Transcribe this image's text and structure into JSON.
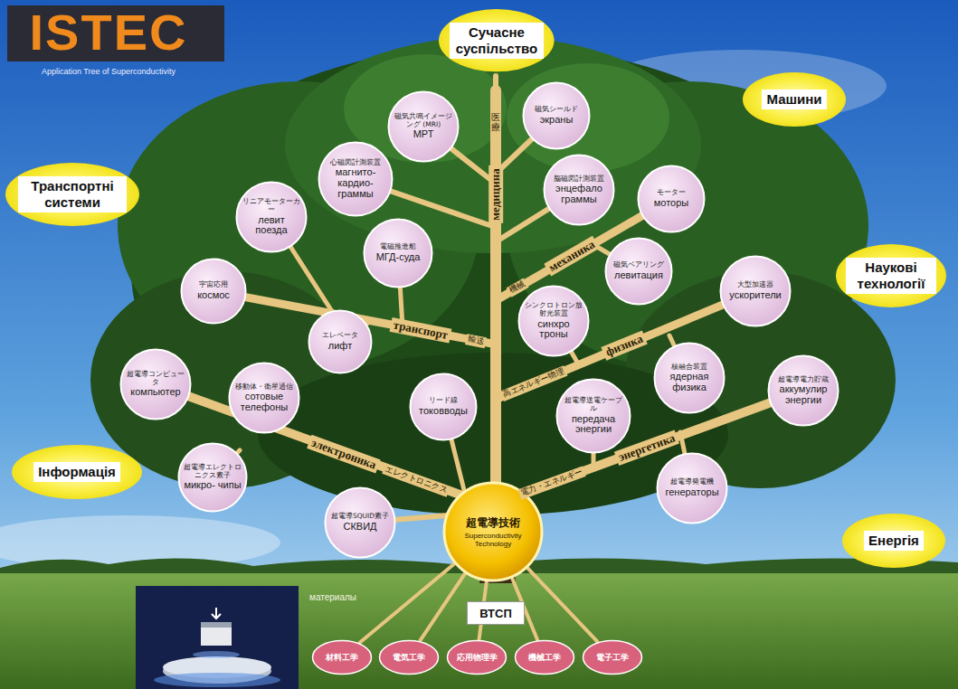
{
  "diagram": {
    "nodes": [
      {
        "text": [
          "Сучасне суспільство"
        ]
      },
      {
        "text": [
          "磁気共鳴イメージング (MRI)",
          "МРТ"
        ]
      },
      {
        "text": [
          "磁気シールド",
          "экраны"
        ]
      },
      {
        "text": [
          "Машини"
        ]
      },
      {
        "text": [
          "心磁図計測装置",
          "магнито- кардио- граммы"
        ]
      },
      {
        "text": [
          "脳磁図計測装置",
          "энцефало граммы"
        ]
      },
      {
        "text": [
          "Транспортні системи"
        ]
      },
      {
        "text": [
          "モーター",
          "моторы"
        ]
      },
      {
        "text": [
          "リニアモーターカー",
          "левит поезда"
        ]
      },
      {
        "text": [
          "電磁推進船",
          "МГД-суда"
        ]
      },
      {
        "text": [
          "磁気ベアリング",
          "левитация"
        ]
      },
      {
        "text": [
          "Наукові технології"
        ]
      },
      {
        "text": [
          "宇宙応用",
          "космос"
        ]
      },
      {
        "text": [
          "大型加速器",
          "ускорители"
        ]
      },
      {
        "text": [
          "シンクロトロン放射光装置",
          "синхро троны"
        ]
      },
      {
        "text": [
          "エレベータ",
          "лифт"
        ]
      },
      {
        "text": [
          "超電導コンピュータ",
          "компьютер"
        ]
      },
      {
        "text": [
          "移動体・衛星通信",
          "сотовые телефоны"
        ]
      },
      {
        "text": [
          "核融合装置",
          "ядерная физика"
        ]
      },
      {
        "text": [
          "超電導電力貯蔵",
          "аккумулир энергии"
        ]
      },
      {
        "text": [
          "リード線",
          "токовводы"
        ]
      },
      {
        "text": [
          "超電導送電ケーブル",
          "передача энергии"
        ]
      },
      {
        "text": [
          "Інформація"
        ]
      },
      {
        "text": [
          "超電導エレクトロニクス素子",
          "микро- чипы"
        ]
      },
      {
        "text": [
          "超電導発電機",
          "генераторы"
        ]
      },
      {
        "text": [
          "超電導SQUID素子",
          "СКВИД"
        ]
      },
      {
        "text": [
          "超電導技術",
          "Superconductivity Technology"
        ]
      },
      {
        "text": [
          "Енергія"
        ]
      },
      {
        "text": [
          "ВТСП"
        ]
      },
      {
        "text": [
          "材料工学"
        ]
      },
      {
        "text": [
          "電気工学"
        ]
      },
      {
        "text": [
          "応用物理学"
        ]
      },
      {
        "text": [
          "機械工学"
        ]
      },
      {
        "text": [
          "電子工学"
        ]
      }
    ],
    "edges": [
      {
        "from": 26,
        "to": 29,
        "arrow": "none"
      },
      {
        "from": 26,
        "to": 30,
        "arrow": "none"
      },
      {
        "from": 26,
        "to": 31,
        "arrow": "none"
      },
      {
        "from": 26,
        "to": 32,
        "arrow": "none"
      },
      {
        "from": 26,
        "to": 33,
        "arrow": "none"
      }
    ],
    "labels": [
      "ISTEC",
      "Application Tree of Superconductivity",
      "医療",
      "медицина",
      "механика",
      "機械",
      "транспорт",
      "輸送",
      "физика",
      "高エネルギー物理",
      "электроника",
      "エレクトロニクス",
      "энергетика",
      "電力・エネルギー",
      "материалы"
    ]
  }
}
